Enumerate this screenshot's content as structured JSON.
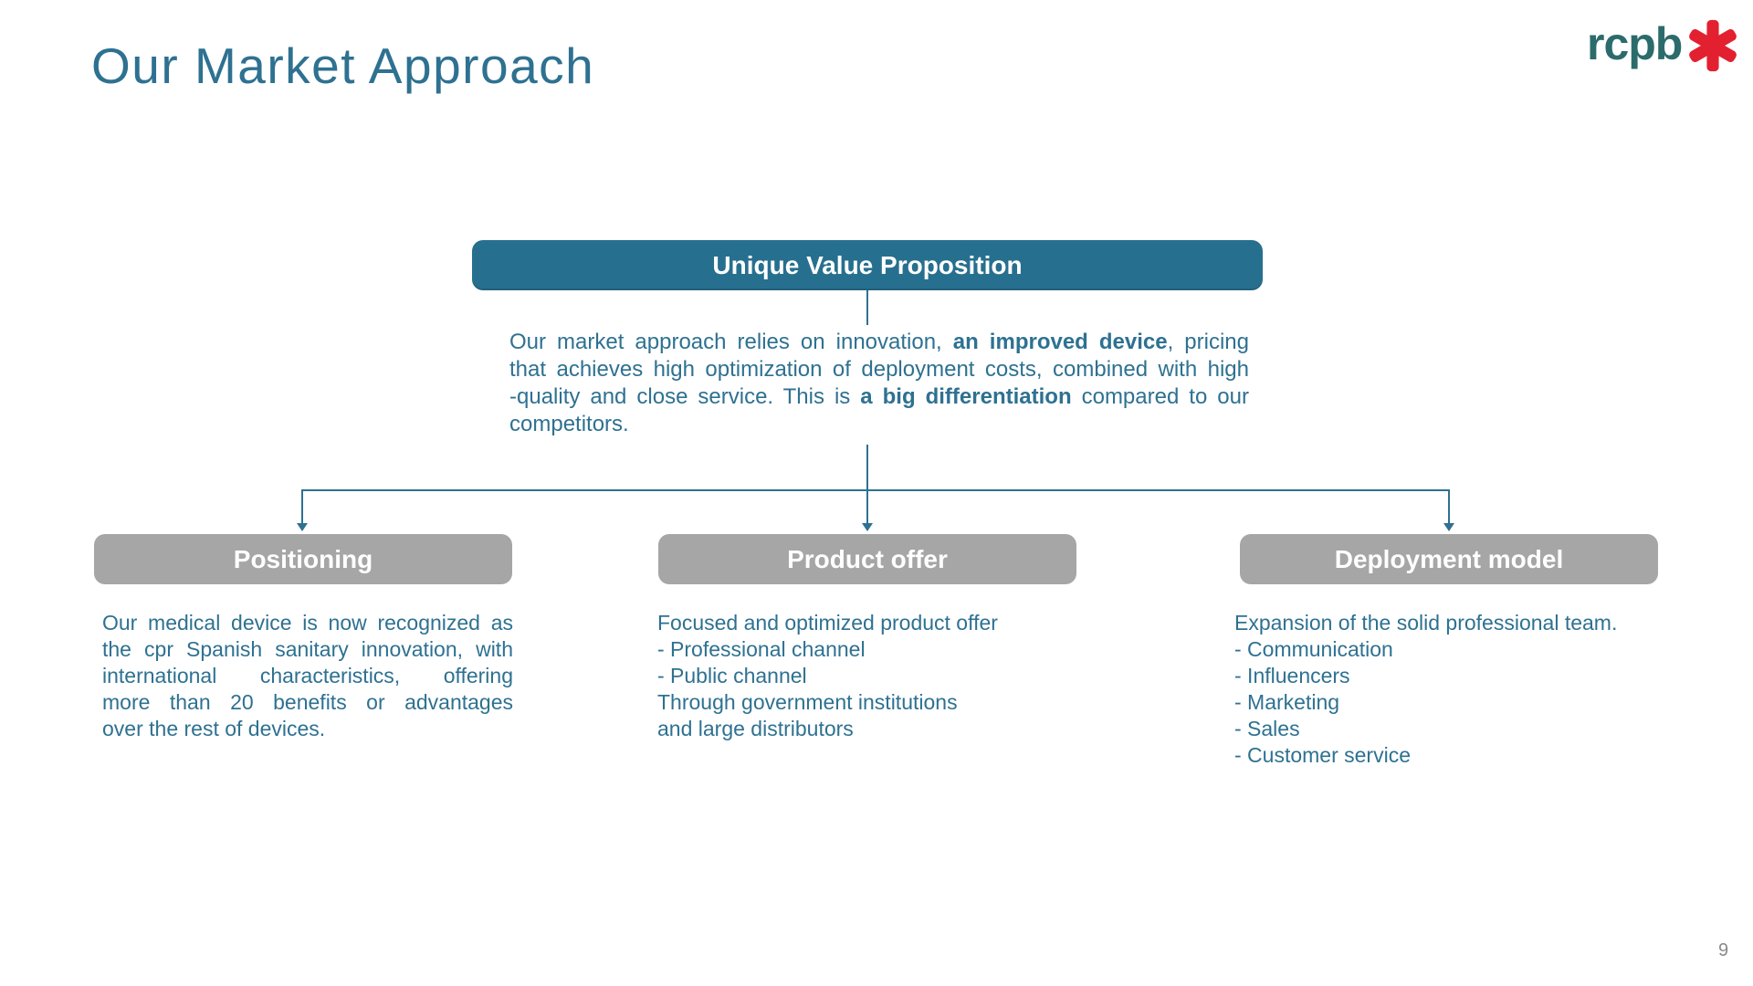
{
  "slide": {
    "title": "Our Market Approach",
    "page_number": "9",
    "logo": {
      "text": "rcpb",
      "mark": "red-asterisk"
    }
  },
  "diagram": {
    "root": {
      "label": "Unique Value Proposition"
    },
    "intro": {
      "lines": [
        {
          "justify": true,
          "segments": [
            {
              "text": "Our market approach relies on innovation, "
            },
            {
              "text": "an improved device",
              "bold": true
            },
            {
              "text": ", pricing"
            }
          ]
        },
        {
          "justify": true,
          "segments": [
            {
              "text": "that achieves high optimization of deployment costs, combined with high"
            }
          ]
        },
        {
          "justify": true,
          "segments": [
            {
              "text": "-quality and close service. This is "
            },
            {
              "text": "a big differentiation",
              "bold": true
            },
            {
              "text": " compared to  our"
            }
          ]
        },
        {
          "justify": false,
          "segments": [
            {
              "text": "competitors."
            }
          ]
        }
      ]
    },
    "branches": [
      {
        "label": "Positioning",
        "lines": [
          {
            "justify": true,
            "segments": [
              {
                "text": "Our medical device is now recognized as"
              }
            ]
          },
          {
            "justify": true,
            "segments": [
              {
                "text": "the cpr Spanish sanitary innovation, with"
              }
            ]
          },
          {
            "justify": true,
            "segments": [
              {
                "text": "international characteristics, offering"
              }
            ]
          },
          {
            "justify": true,
            "segments": [
              {
                "text": "more than 20 benefits or advantages"
              }
            ]
          },
          {
            "justify": false,
            "segments": [
              {
                "text": "over the rest of devices."
              }
            ]
          }
        ]
      },
      {
        "label": "Product offer",
        "lines": [
          {
            "segments": [
              {
                "text": "Focused and optimized product offer"
              }
            ]
          },
          {
            "segments": [
              {
                "text": "- Professional channel"
              }
            ]
          },
          {
            "segments": [
              {
                "text": "- Public channel"
              }
            ]
          },
          {
            "segments": [
              {
                "text": "Through government institutions"
              }
            ]
          },
          {
            "segments": [
              {
                "text": "and large distributors"
              }
            ]
          }
        ]
      },
      {
        "label": "Deployment model",
        "lines": [
          {
            "segments": [
              {
                "text": "Expansion of the solid professional team."
              }
            ]
          },
          {
            "segments": [
              {
                "text": "- Communication"
              }
            ]
          },
          {
            "segments": [
              {
                "text": "- Influencers"
              }
            ]
          },
          {
            "segments": [
              {
                "text": "- Marketing"
              }
            ]
          },
          {
            "segments": [
              {
                "text": "- Sales"
              }
            ]
          },
          {
            "segments": [
              {
                "text": "- Customer service"
              }
            ]
          }
        ]
      }
    ]
  },
  "colors": {
    "accent_teal": "#2E7191",
    "root_box_fill": "#276F8F",
    "branch_box_fill": "#A6A6A6",
    "logo_teal": "#2C6B6B",
    "logo_red": "#E32030",
    "page_number_gray": "#8A8A8A"
  }
}
